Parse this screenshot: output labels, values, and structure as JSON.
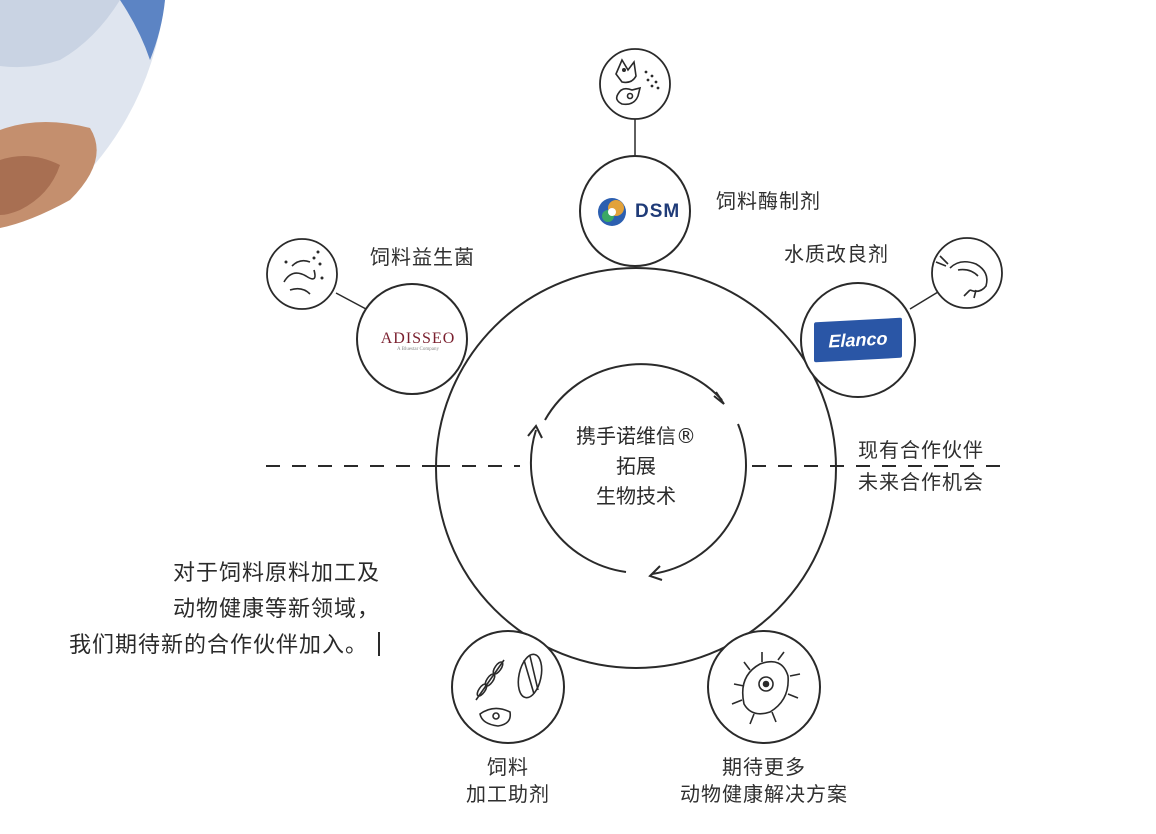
{
  "diagram": {
    "center": {
      "line1": "携手诺维信®",
      "line2": "拓展",
      "line3": "生物技术"
    },
    "nodes": [
      {
        "key": "dsm",
        "logo_text": "DSM",
        "label": "饲料酶制剂",
        "icon": "pig-chicken-icon"
      },
      {
        "key": "adisseo",
        "logo_text": "ADISSEO",
        "logo_sub": "A Bluestar Company",
        "label": "饲料益生菌",
        "icon": "probiotic-bacteria-icon"
      },
      {
        "key": "elanco",
        "logo_text": "Elanco",
        "label": "水质改良剂",
        "icon": "shrimp-icon"
      },
      {
        "key": "processing",
        "label_line1": "饲料",
        "label_line2": "加工助剂",
        "icon": "grain-corn-icon"
      },
      {
        "key": "future",
        "label_line1": "期待更多",
        "label_line2": "动物健康解决方案",
        "icon": "microbe-cell-icon"
      }
    ],
    "legend": {
      "line1": "现有合作伙伴",
      "line2": "未来合作机会"
    },
    "paragraph": {
      "line1": "对于饲料原料加工及",
      "line2": "动物健康等新领域，",
      "line3": "我们期待新的合作伙伴加入。"
    }
  },
  "colors": {
    "line": "#2a2a2a",
    "dsm": "#1f3b78",
    "adisseo": "#7a1f2e",
    "elanco": "#2a56a6"
  }
}
